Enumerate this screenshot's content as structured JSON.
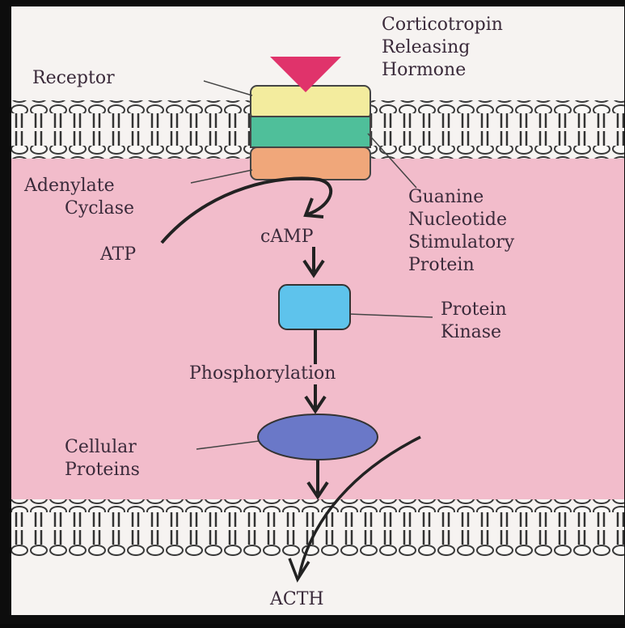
{
  "labels": {
    "crh_line1": "Corticotropin",
    "crh_line2": "Releasing",
    "crh_line3": "Hormone",
    "receptor": "Receptor",
    "adenylate_line1": "Adenylate",
    "adenylate_line2": "Cyclase",
    "guanine_line1": "Guanine",
    "guanine_line2": "Nucleotide",
    "guanine_line3": "Stimulatory",
    "guanine_line4": "Protein",
    "atp": "ATP",
    "camp": "cAMP",
    "kinase_line1": "Protein",
    "kinase_line2": "Kinase",
    "phosphorylation": "Phosphorylation",
    "cellular_line1": "Cellular",
    "cellular_line2": "Proteins",
    "acth": "ACTH"
  },
  "colors": {
    "cytoplasm": "#f2bccb",
    "membrane": "#f6f3f1",
    "hormone": "#e0336b",
    "receptor": "#f3ec9e",
    "g_protein": "#4fbf9a",
    "adenylate_cyclase": "#f0a77a",
    "protein_kinase": "#5ec3ec",
    "cellular_proteins": "#6a78c8",
    "ink": "#222222"
  }
}
